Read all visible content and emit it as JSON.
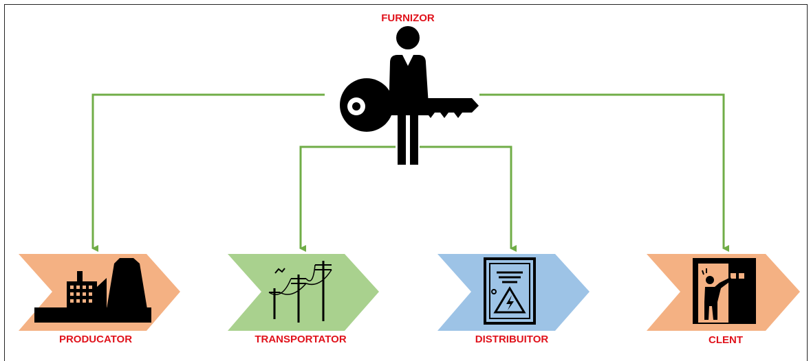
{
  "supplier": {
    "label": "FURNIZOR",
    "icon": "person-with-key-icon"
  },
  "nodes": [
    {
      "id": "producator",
      "label": "PRODUCATOR",
      "color": "#f4b183",
      "icon": "factory-icon"
    },
    {
      "id": "transportator",
      "label": "TRANSPORTATOR",
      "color": "#a9d18e",
      "icon": "power-lines-icon"
    },
    {
      "id": "distribuitor",
      "label": "DISTRIBUITOR",
      "color": "#9dc3e6",
      "icon": "electrical-panel-icon"
    },
    {
      "id": "client",
      "label": "CLENT",
      "color": "#f4b183",
      "icon": "person-at-door-icon"
    }
  ],
  "colors": {
    "connector": "#70ad47",
    "label": "#e0121b",
    "icon": "#000000"
  }
}
